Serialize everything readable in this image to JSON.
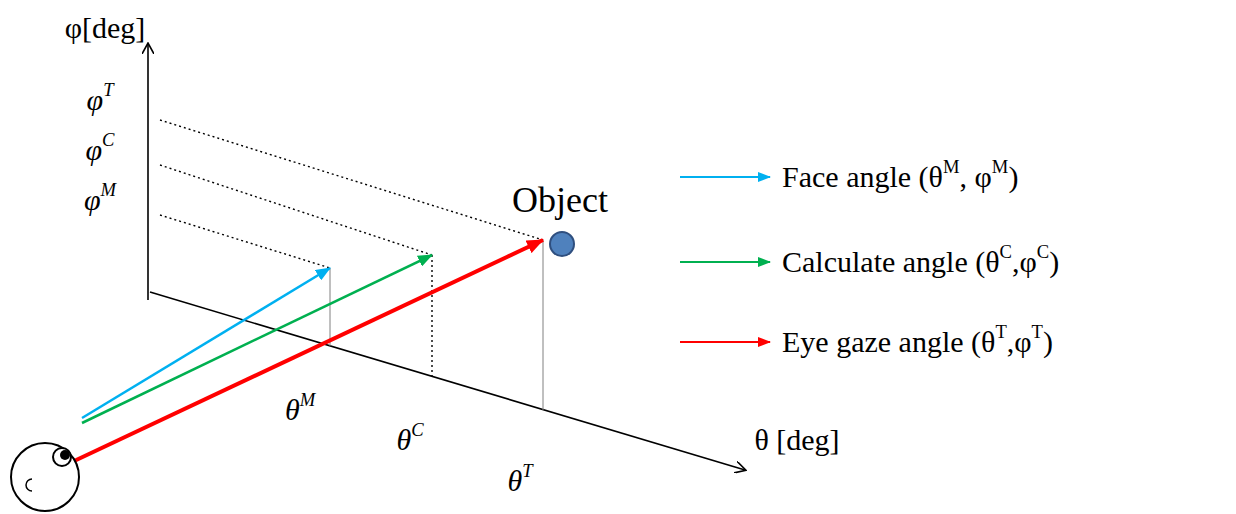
{
  "diagram": {
    "labels": [
      "φ[deg]",
      "φT",
      "φC",
      "φM",
      "Object",
      "θM",
      "θC",
      "θT",
      "θ [deg]"
    ],
    "legend": [
      {
        "text": "Face angle (θM, φM)",
        "color": "#00b0f0"
      },
      {
        "text": "Calculate angle (θC,φC)",
        "color": "#00b050"
      },
      {
        "text": "Eye gaze angle (θT,φT)",
        "color": "#ff0000"
      }
    ]
  }
}
